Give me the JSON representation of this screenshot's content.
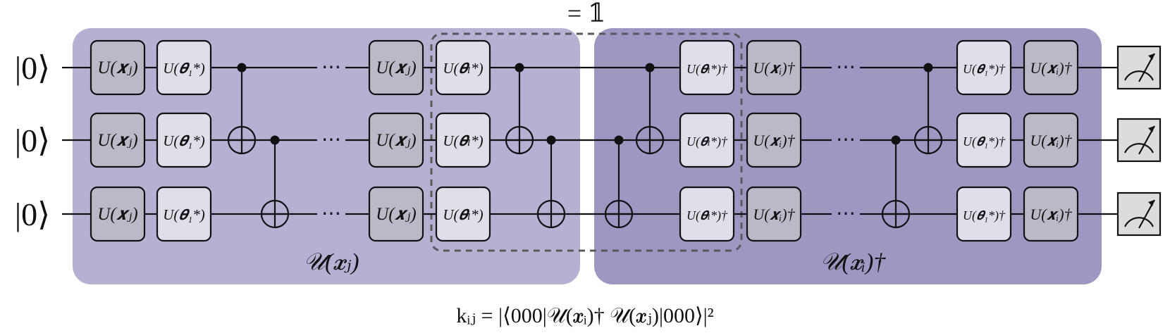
{
  "colors": {
    "panel_left": "#b6b0d3",
    "panel_right": "#9f97c2",
    "gate_dark": "#bcb9c6",
    "gate_light": "#e0dee9",
    "wire": "#111111",
    "dashed": "#5a5a5a",
    "meter": "#dcdcdc"
  },
  "inputs": [
    "|0⟩",
    "|0⟩",
    "|0⟩"
  ],
  "ellipsis": "⋯",
  "identity_label": "= 𝟙",
  "gates": {
    "ux_j": "U(𝒙ⱼ)",
    "ux_i_dagger": "U(𝒙ᵢ)†",
    "u_theta1": "U(𝜽₁*)",
    "u_thetaL": "U(𝜽ₗ*)",
    "u_thetaL_dagger": "U(𝜽ₗ*)†",
    "u_theta1_dagger": "U(𝜽₁*)†"
  },
  "block_left_label": "𝒰(𝒙ⱼ)",
  "block_right_label": "𝒰(𝒙ᵢ)†",
  "formula": "kᵢⱼ = |⟨000|𝒰(𝒙ᵢ)† 𝒰(𝒙ⱼ)|000⟩|²",
  "measure_icon": "measurement-meter-icon"
}
